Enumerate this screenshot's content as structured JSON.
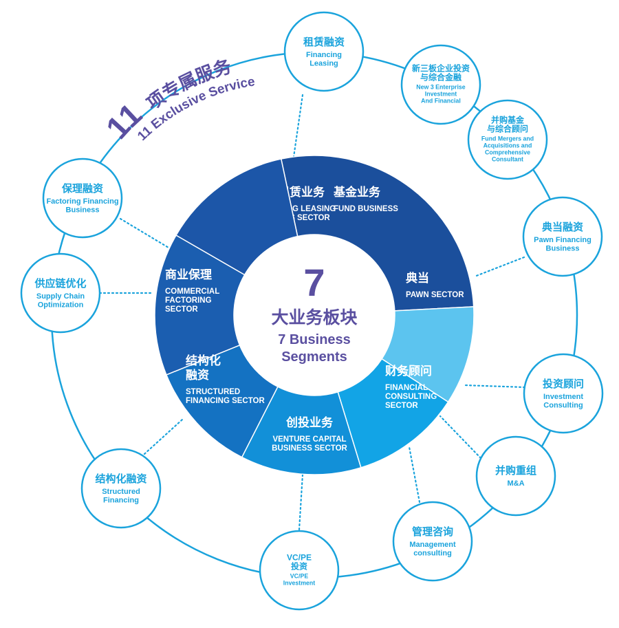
{
  "title": {
    "number": "11",
    "chinese": "项专属服务",
    "english": "11 Exclusive Service"
  },
  "center": {
    "number": "7",
    "chinese": "大业务板块",
    "english_line1": "7 Business",
    "english_line2": "Segments"
  },
  "segments": [
    {
      "id": "financing-leasing",
      "cn": [
        "融资租赁业务"
      ],
      "en": [
        "FINANCING LEASING",
        "BUSINESS SECTOR"
      ],
      "color": "#1b4f9c"
    },
    {
      "id": "fund",
      "cn": [
        "基金业务"
      ],
      "en": [
        "FUND BUSINESS"
      ],
      "color": "#5cc4ef"
    },
    {
      "id": "pawn",
      "cn": [
        "典当"
      ],
      "en": [
        "PAWN SECTOR"
      ],
      "color": "#12a4e6"
    },
    {
      "id": "financial-consulting",
      "cn": [
        "财务顾问"
      ],
      "en": [
        "FINANCIAL",
        "CONSULTING",
        "SECTOR"
      ],
      "color": "#1290d8"
    },
    {
      "id": "venture-capital",
      "cn": [
        "创投业务"
      ],
      "en": [
        "VENTURE CAPITAL",
        "BUSINESS SECTOR"
      ],
      "color": "#1472c2"
    },
    {
      "id": "structured-financing",
      "cn": [
        "结构化",
        "融资"
      ],
      "en": [
        "STRUCTURED",
        "FINANCING SECTOR"
      ],
      "color": "#1b5eb0"
    },
    {
      "id": "commercial-factoring",
      "cn": [
        "商业保理"
      ],
      "en": [
        "COMMERCIAL",
        "FACTORING",
        "SECTOR"
      ],
      "color": "#1c56a8"
    }
  ],
  "services": [
    {
      "id": "financing-leasing",
      "cn": [
        "租赁融资"
      ],
      "en": [
        "Financing",
        "Leasing"
      ]
    },
    {
      "id": "new3-enterprise",
      "cn": [
        "新三板企业投资",
        "与综合金融"
      ],
      "en": [
        "New 3 Enterprise",
        "Investment",
        "And Financial"
      ]
    },
    {
      "id": "fund-mergers",
      "cn": [
        "并购基金",
        "与综合顾问"
      ],
      "en": [
        "Fund Mergers and",
        "Acquisitions and",
        "Comprehensive",
        "Consultant"
      ]
    },
    {
      "id": "pawn-financing",
      "cn": [
        "典当融资"
      ],
      "en": [
        "Pawn Financing",
        "Business"
      ]
    },
    {
      "id": "investment-consulting",
      "cn": [
        "投资顾问"
      ],
      "en": [
        "Investment",
        "Consulting"
      ]
    },
    {
      "id": "m-and-a",
      "cn": [
        "并购重组"
      ],
      "en": [
        "M&A"
      ]
    },
    {
      "id": "management-consulting",
      "cn": [
        "管理咨询"
      ],
      "en": [
        "Management",
        "consulting"
      ]
    },
    {
      "id": "vc-pe",
      "cn": [
        "VC/PE",
        "投资"
      ],
      "en": [
        "VC/PE",
        "Investment"
      ]
    },
    {
      "id": "structured-financing",
      "cn": [
        "结构化融资"
      ],
      "en": [
        "Structured",
        "Financing"
      ]
    },
    {
      "id": "supply-chain",
      "cn": [
        "供应链优化"
      ],
      "en": [
        "Supply Chain",
        "Optimization"
      ]
    },
    {
      "id": "factoring-financing",
      "cn": [
        "保理融资"
      ],
      "en": [
        "Factoring Financing",
        "Business"
      ]
    }
  ],
  "colors": {
    "accent_purple": "#5a4fa0",
    "service_blue": "#1aa3dc",
    "ring_blue": "#1aa3dc"
  }
}
